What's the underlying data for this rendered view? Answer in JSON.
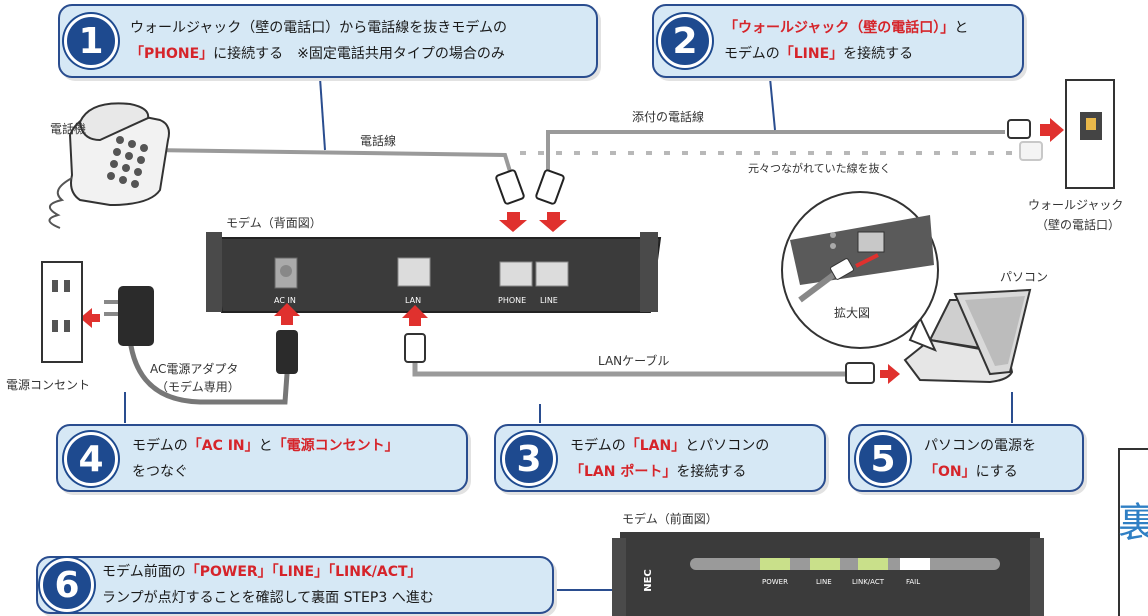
{
  "steps": [
    {
      "num": "1",
      "line1": [
        {
          "t": "ウォールジャック（壁の電話口）から電話線を抜きモデムの",
          "hl": false
        }
      ],
      "line2": [
        {
          "t": "「PHONE」",
          "hl": true
        },
        {
          "t": "に接続する　※固定電話共用タイプの場合のみ",
          "hl": false
        }
      ]
    },
    {
      "num": "2",
      "line1": [
        {
          "t": "「ウォールジャック（壁の電話口）」",
          "hl": true
        },
        {
          "t": "と",
          "hl": false
        }
      ],
      "line2": [
        {
          "t": "モデムの",
          "hl": false
        },
        {
          "t": "「LINE」",
          "hl": true
        },
        {
          "t": "を接続する",
          "hl": false
        }
      ]
    },
    {
      "num": "3",
      "line1": [
        {
          "t": "モデムの",
          "hl": false
        },
        {
          "t": "「LAN」",
          "hl": true
        },
        {
          "t": "とパソコンの",
          "hl": false
        }
      ],
      "line2": [
        {
          "t": "「LAN ポート」",
          "hl": true
        },
        {
          "t": "を接続する",
          "hl": false
        }
      ]
    },
    {
      "num": "4",
      "line1": [
        {
          "t": "モデムの",
          "hl": false
        },
        {
          "t": "「AC IN」",
          "hl": true
        },
        {
          "t": "と",
          "hl": false
        },
        {
          "t": "「電源コンセント」",
          "hl": true
        }
      ],
      "line2": [
        {
          "t": "をつなぐ",
          "hl": false
        }
      ]
    },
    {
      "num": "5",
      "line1": [
        {
          "t": "パソコンの電源を",
          "hl": false
        }
      ],
      "line2": [
        {
          "t": "「ON」",
          "hl": true
        },
        {
          "t": "にする",
          "hl": false
        }
      ]
    },
    {
      "num": "6",
      "line1": [
        {
          "t": "モデム前面の",
          "hl": false
        },
        {
          "t": "「POWER」「LINE」「LINK/ACT」",
          "hl": true
        }
      ],
      "line2": [
        {
          "t": "ランプが点灯することを確認して裏面 STEP3 へ進む",
          "hl": false
        }
      ]
    }
  ],
  "labels": {
    "phone": "電話機",
    "phone_cable": "電話線",
    "attached_cable": "添付の電話線",
    "unplug_original": "元々つながれていた線を抜く",
    "wall_jack_1": "ウォールジャック",
    "wall_jack_2": "（壁の電話口）",
    "modem_back": "モデム（背面図）",
    "modem_front": "モデム（前面図）",
    "outlet": "電源コンセント",
    "adapter_1": "AC電源アダプタ",
    "adapter_2": "（モデム専用）",
    "lan_cable": "LANケーブル",
    "pc": "パソコン",
    "zoom": "拡大図",
    "port_acin": "AC IN",
    "port_lan": "LAN",
    "port_phone": "PHONE",
    "port_line": "LINE",
    "lamp_power": "POWER",
    "lamp_line": "LINE",
    "lamp_linkact": "LINK/ACT",
    "lamp_fail": "FAIL",
    "brand": "NEC",
    "side_char": "裏"
  },
  "colors": {
    "accent_blue": "#1e4a8f",
    "bubble_fill": "#d6e8f5",
    "highlight_red": "#d6242a",
    "lamp_green": "#c9e08a",
    "modem_dark": "#3b3b3b"
  }
}
